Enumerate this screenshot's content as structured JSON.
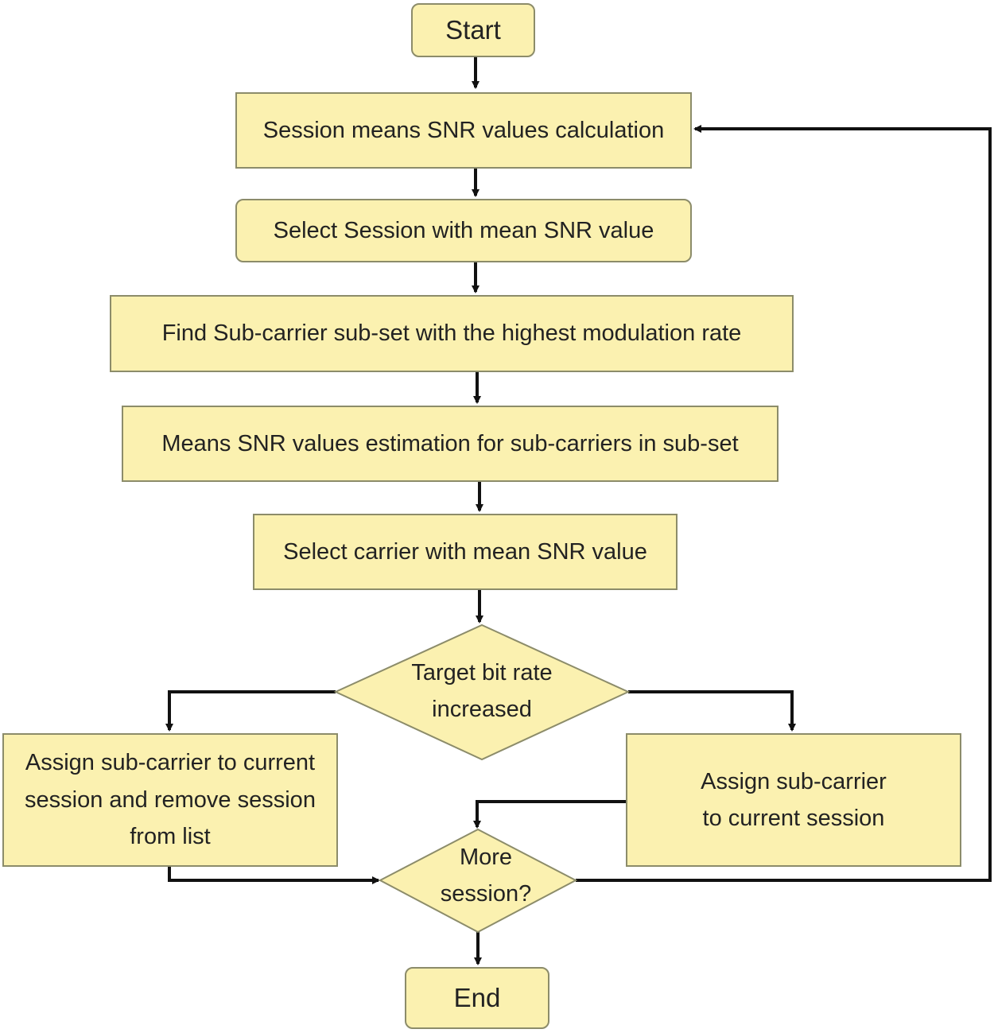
{
  "flowchart": {
    "start": "Start",
    "step1": "Session means SNR values calculation",
    "step2": "Select Session with mean SNR value",
    "step3": "Find Sub-carrier sub-set with the highest modulation rate",
    "step4": "Means SNR values estimation for sub-carriers  in sub-set",
    "step5": "Select carrier with mean SNR value",
    "decision1": "Target bit rate\nincreased",
    "left_action": "Assign sub-carrier to current\nsession and remove session\nfrom list",
    "right_action": "Assign sub-carrier\nto current session",
    "decision2": "More\nsession?",
    "end": "End"
  },
  "colors": {
    "node_fill": "#fbf1b0",
    "node_border": "#8c8c6a",
    "connector": "#111111"
  }
}
